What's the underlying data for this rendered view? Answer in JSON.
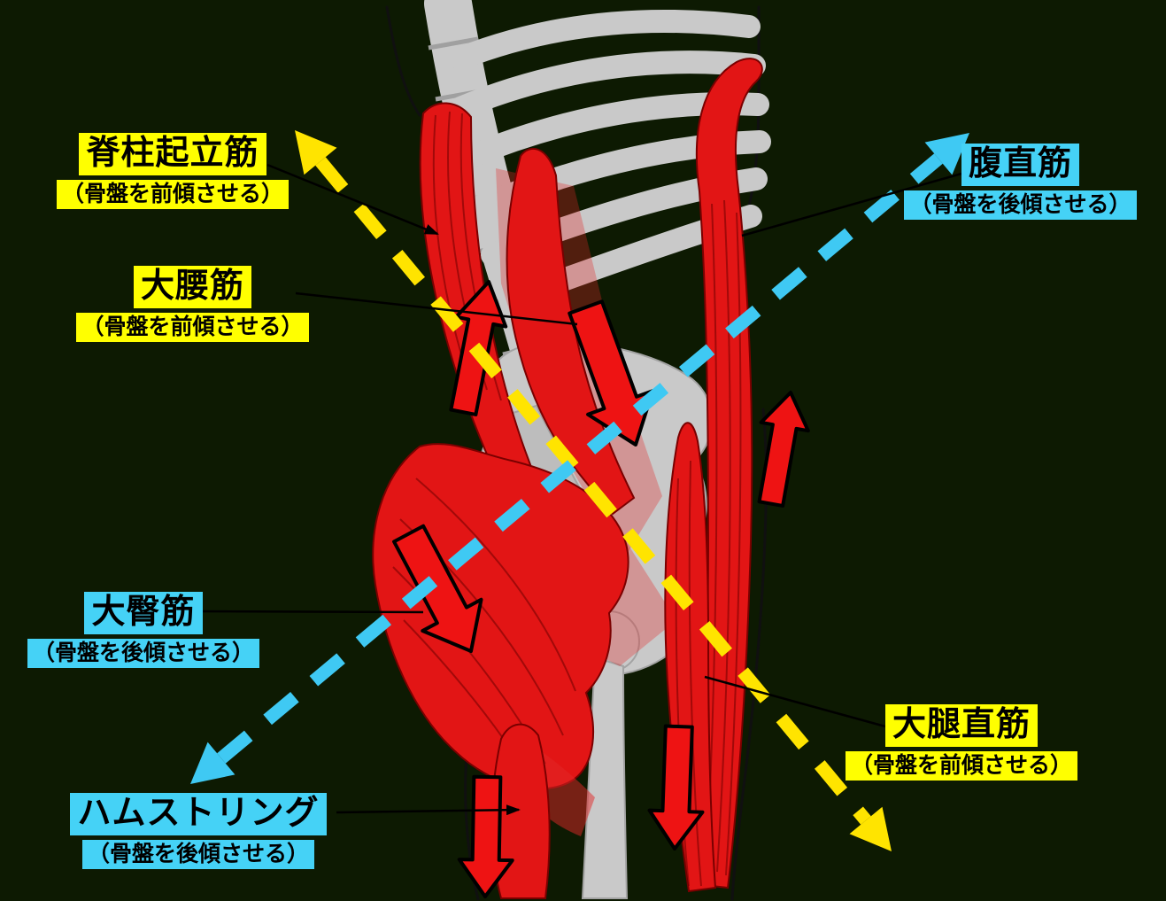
{
  "colors": {
    "background": "#0d1a02",
    "anterior": "#ffff00",
    "posterior": "#45d2f6",
    "muscle": "#e21515",
    "bone": "#c9c9c9",
    "arrow_yellow": "#ffe400",
    "arrow_cyan": "#3fc9f3"
  },
  "labels": [
    {
      "name": "脊柱起立筋",
      "subtitle": "（骨盤を前傾させる）",
      "tilt": "anterior"
    },
    {
      "name": "腹直筋",
      "subtitle": "（骨盤を後傾させる）",
      "tilt": "posterior"
    },
    {
      "name": "大腰筋",
      "subtitle": "（骨盤を前傾させる）",
      "tilt": "anterior"
    },
    {
      "name": "大臀筋",
      "subtitle": "（骨盤を後傾させる）",
      "tilt": "posterior"
    },
    {
      "name": "大腿直筋",
      "subtitle": "（骨盤を前傾させる）",
      "tilt": "anterior"
    },
    {
      "name": "ハムストリング",
      "subtitle": "（骨盤を後傾させる）",
      "tilt": "posterior"
    }
  ],
  "arrows": {
    "anterior_tilt_axis": "yellow-dashed-diagonal",
    "posterior_tilt_axis": "cyan-dashed-diagonal",
    "muscle_pull": "red-solid-arrows"
  }
}
